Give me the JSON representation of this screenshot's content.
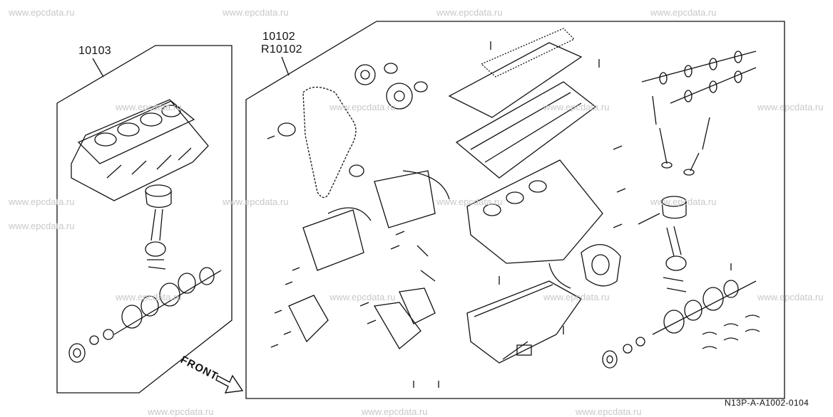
{
  "watermark": "www.epcdata.ru",
  "labels": {
    "short_block": "10103",
    "long_block": "10102",
    "long_block_r": "R10102",
    "front": "FRONT",
    "diagram_code": "N13P-A-A1002-0104"
  }
}
